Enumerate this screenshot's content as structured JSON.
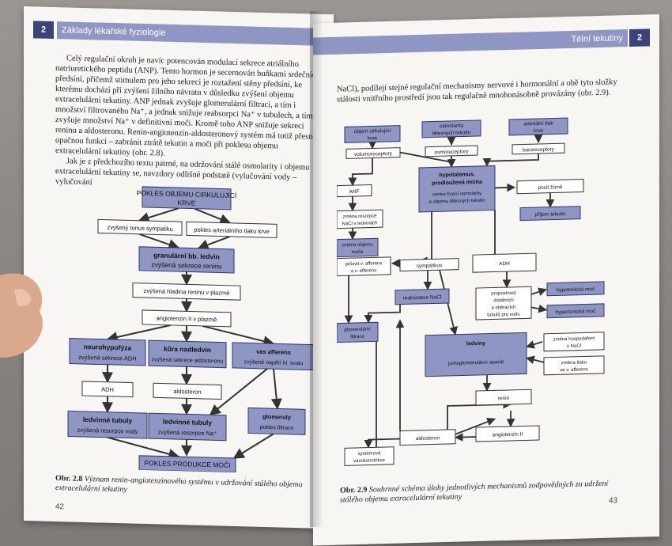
{
  "left_page": {
    "header_number": "2",
    "header_title": "Základy lékařské fyziologie",
    "paragraphs": [
      "Celý regulační okruh je navíc potencován modulací sekrece atriálního natriuretického peptidu (ANP). Tento hormon je secernován buňkami srdečních předsíní, přičemž stimulem pro jeho sekreci je roztažení stěny předsíní, ke kterému dochází při zvýšení žilního návratu v důsledku zvýšení objemu extracelulární tekutiny. ANP jednak zvyšuje glomerulární filtraci, a tím i množství filtrovaného Na⁺, a jednak snižuje reabsorpci Na⁺ v tubulech, a tím zvyšuje množství Na⁺ v definitivní moči. Kromě toho ANP snižuje sekreci reninu a aldosteronu. Renin-angiotenzin-aldosteronový systém má totiž přesně opačnou funkci – zabránit ztrátě tekutin a moči při poklesu objemu extracelulární tekutiny (obr. 2.8).",
      "Jak je z předchozího textu patrné, na udržování stálé osmolarity i objemu extracelulární tekutiny se, navzdory odlišné podstatě (vylučování vody – vylučování"
    ],
    "diagram": {
      "nodes": {
        "pokles_objemu": [
          "POKLES OBJEMU CIRKULUJÍCÍ",
          "KRVE"
        ],
        "tonus": "zvýšený tonus sympatiku",
        "tlak": "pokles arteriálního tlaku krve",
        "granularni": [
          "granulární bb. ledvin",
          "zvýšená sekrece reninu"
        ],
        "renin_plazma": "zvýšená hladina reninu v plazmě",
        "angiotenzin": "angiotenzin II v plazmě",
        "neurohyp": [
          "neurohypofýza",
          "zvýšená sekrece ADH"
        ],
        "kura": [
          "kůra nadledvin",
          "zvýšená sekrece aldosteronu"
        ],
        "vas": [
          "vas afferens",
          "zvýšené napětí hl. svalu"
        ],
        "adh": "ADH",
        "aldosteron": "aldosteron",
        "tubuly1": [
          "ledvinné tubuly",
          "zvýšená resorpce vody"
        ],
        "tubuly2": [
          "ledvinné tubuly",
          "zvýšená resorpce Na⁺"
        ],
        "glomeruly": [
          "glomeruly",
          "pokles filtrace"
        ],
        "pokles_moci": "POKLES PRODUKCE MOČI"
      }
    },
    "caption_label": "Obr. 2.8",
    "caption_text": "Význam renin-angiotenzinového systému v udržování stálého objemu extracelulární tekutiny",
    "page_number": "42"
  },
  "right_page": {
    "header_title": "Tělní tekutiny",
    "header_number": "2",
    "intro": "NaCl), podílejí stejné regulační mechanismy nervové i hormonální a obě tyto složky stálosti vnitřního prostředí jsou tak regulačně mnohonásobně provázány (obr. 2.9).",
    "diagram": {
      "nodes": {
        "objem": [
          "objem cirkulující",
          "krve"
        ],
        "osmolarita": [
          "osmolarita",
          "tělesných tekutin"
        ],
        "art_tlak": [
          "arteriální tlak",
          "krve"
        ],
        "volumo": "volumoreceptory",
        "osmo": "osmoreceptory",
        "baro": "baroreceptory",
        "anf": "ANF",
        "hypotal": [
          "hypotalamus,",
          "prodloužená mícha",
          "centra řízení osmolarity",
          "a objemu tělesných tekutin"
        ],
        "pocit": "pocit žízně",
        "zmena_res": [
          "změna resorpce",
          "NaCl v ledvinách"
        ],
        "prijem": "příjem tekutin",
        "zmena_obj": [
          "změna objemu",
          "moče"
        ],
        "prusvit": [
          "průsvit v. afferens",
          "a v. efferens"
        ],
        "sympatikus": "sympatikus",
        "adh": "ADH",
        "reabs": "reabsorpce NaCl",
        "propustnost": [
          "propustnost",
          "distálních",
          "a sběracích",
          "tubulů pro vodu"
        ],
        "hypoton": "hypotonická moč",
        "hyperton": "hypertonická moč",
        "glom": [
          "glomerulární",
          "filtrace"
        ],
        "ledviny": [
          "ledviny",
          "juxtaglomerulární aparát"
        ],
        "zmena_hosp": [
          "změna hospodaření",
          "s NaCl"
        ],
        "zmena_tlaku": [
          "změna tlaku",
          "ve v. afferens"
        ],
        "renin": "renin",
        "aldosteron": "aldosteron",
        "angiotenzin": "angiotenzin II",
        "systemova": [
          "systémová",
          "vazokonstrikce"
        ]
      }
    },
    "caption_label": "Obr. 2.9",
    "caption_text": "Souhrnné schéma úlohy jednotlivých mechanismů zodpovědných za udržení stálého objemu extracelulární tekutiny",
    "page_number": "43"
  },
  "colors": {
    "header": "#8f96c4",
    "header_dark": "#3a437a",
    "box_fill": "#8f96c4",
    "box_stroke": "#2e356b",
    "arrow": "#333333"
  }
}
